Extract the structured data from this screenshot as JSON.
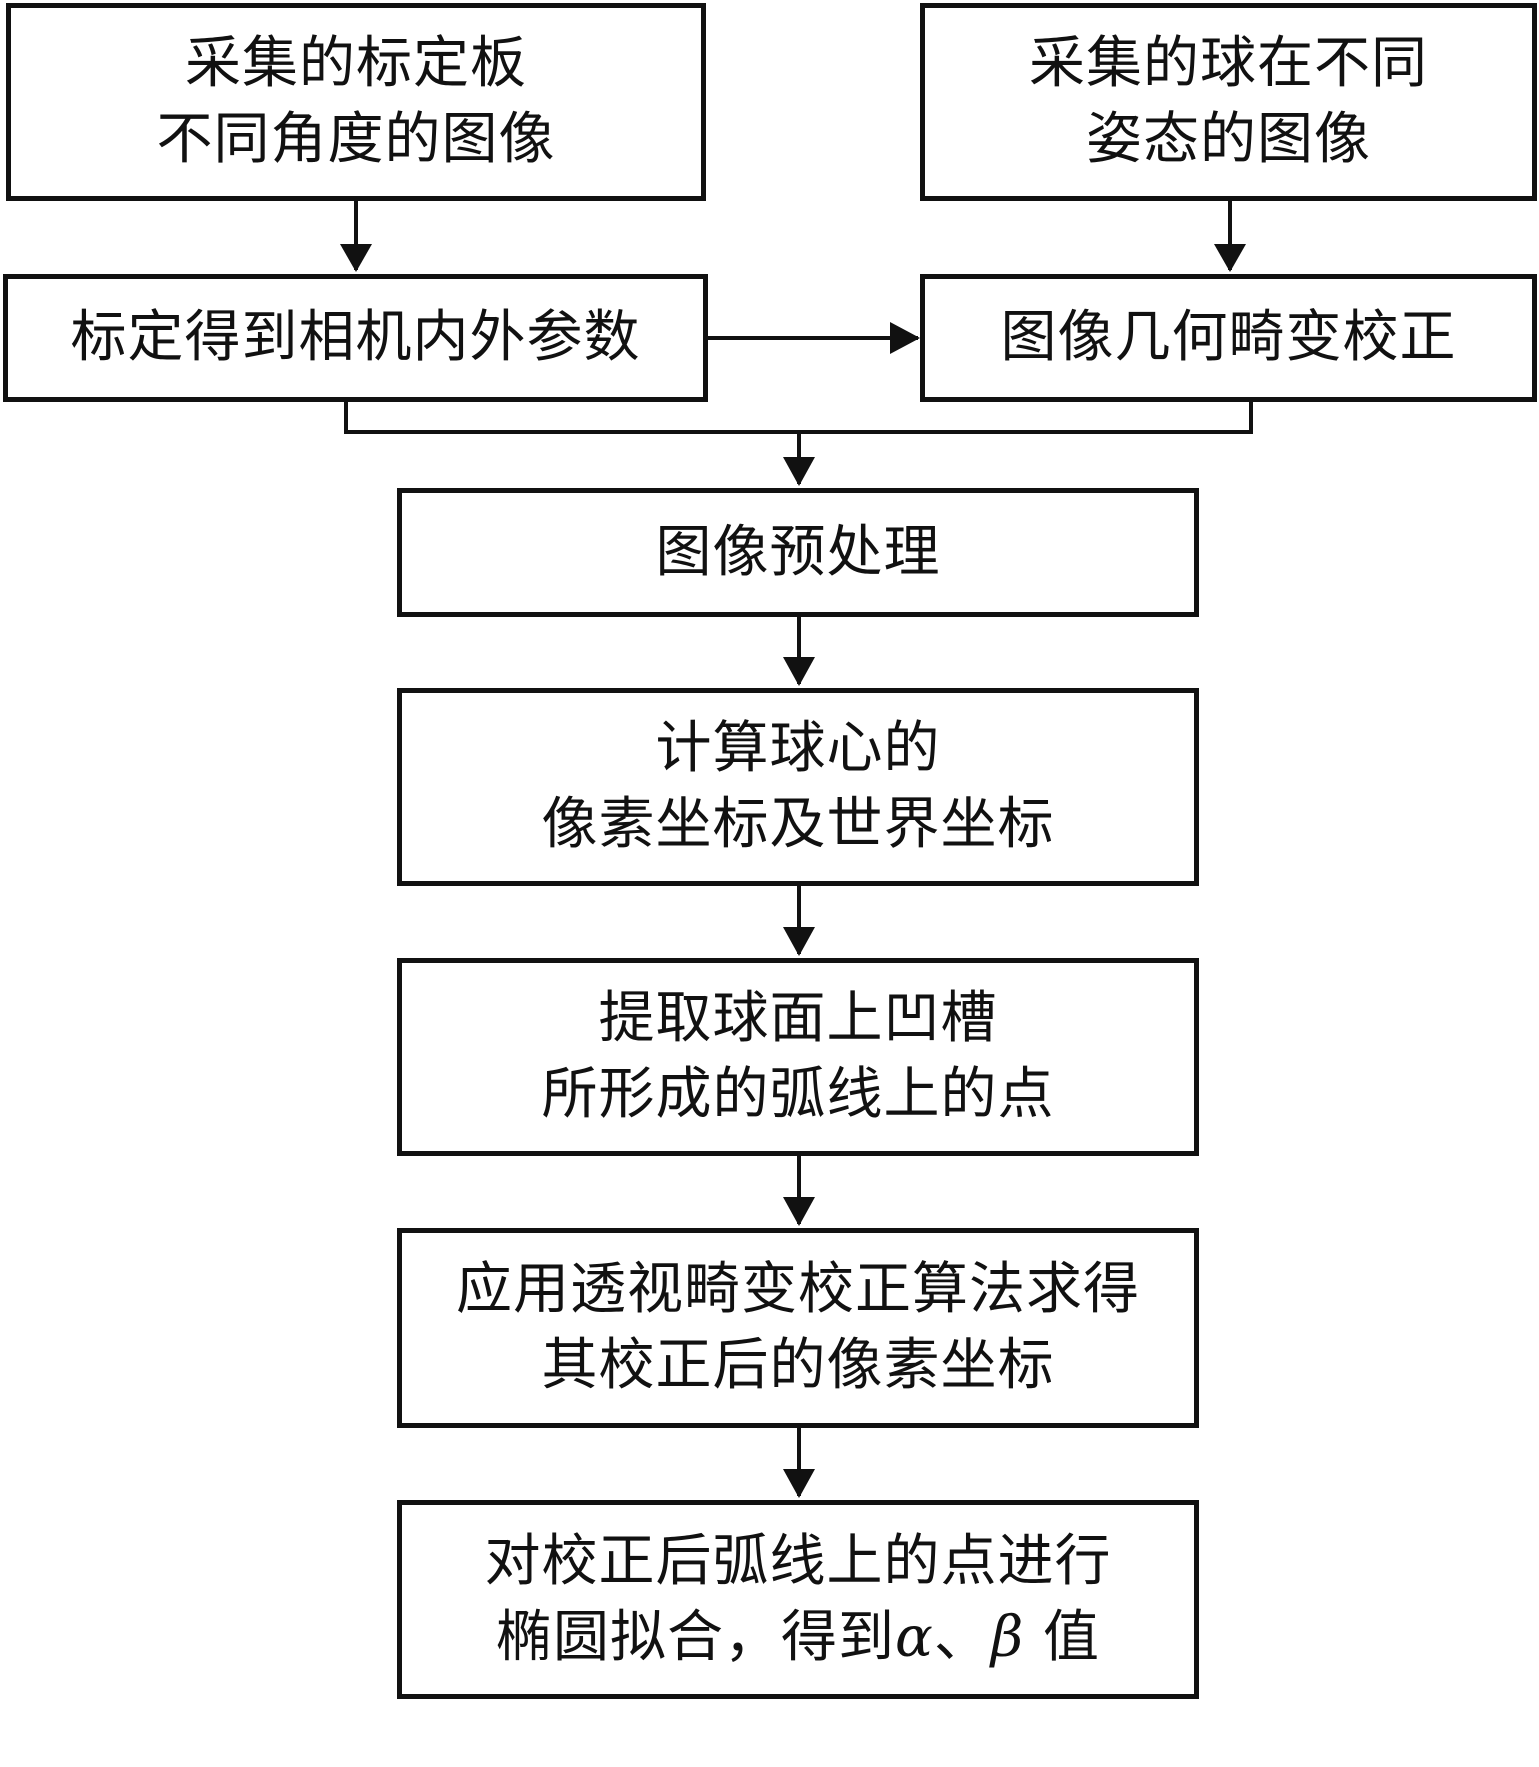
{
  "nodes": {
    "calib_images": {
      "lines": [
        "采集的标定板",
        "不同角度的图像"
      ]
    },
    "ball_images": {
      "lines": [
        "采集的球在不同",
        "姿态的图像"
      ]
    },
    "camera_params": {
      "lines": [
        "标定得到相机内外参数"
      ]
    },
    "geo_correction": {
      "lines": [
        "图像几何畸变校正"
      ]
    },
    "preprocess": {
      "lines": [
        "图像预处理"
      ]
    },
    "ball_center": {
      "lines": [
        "计算球心的",
        "像素坐标及世界坐标"
      ]
    },
    "groove_points": {
      "lines": [
        "提取球面上凹槽",
        "所形成的弧线上的点"
      ]
    },
    "perspective": {
      "lines": [
        "应用透视畸变校正算法求得",
        "其校正后的像素坐标"
      ]
    },
    "ellipse_fit": {
      "line1": "对校正后弧线上的点进行",
      "line2_prefix": "椭圆拟合，得到",
      "alpha": "α",
      "sep": "、",
      "beta": "β",
      "line2_suffix": " 值"
    }
  },
  "edges": [
    {
      "from": "calib_images",
      "to": "camera_params"
    },
    {
      "from": "ball_images",
      "to": "geo_correction"
    },
    {
      "from": "camera_params",
      "to": "geo_correction"
    },
    {
      "from": "camera_params",
      "to": "preprocess"
    },
    {
      "from": "geo_correction",
      "to": "preprocess"
    },
    {
      "from": "preprocess",
      "to": "ball_center"
    },
    {
      "from": "ball_center",
      "to": "groove_points"
    },
    {
      "from": "groove_points",
      "to": "perspective"
    },
    {
      "from": "perspective",
      "to": "ellipse_fit"
    }
  ]
}
